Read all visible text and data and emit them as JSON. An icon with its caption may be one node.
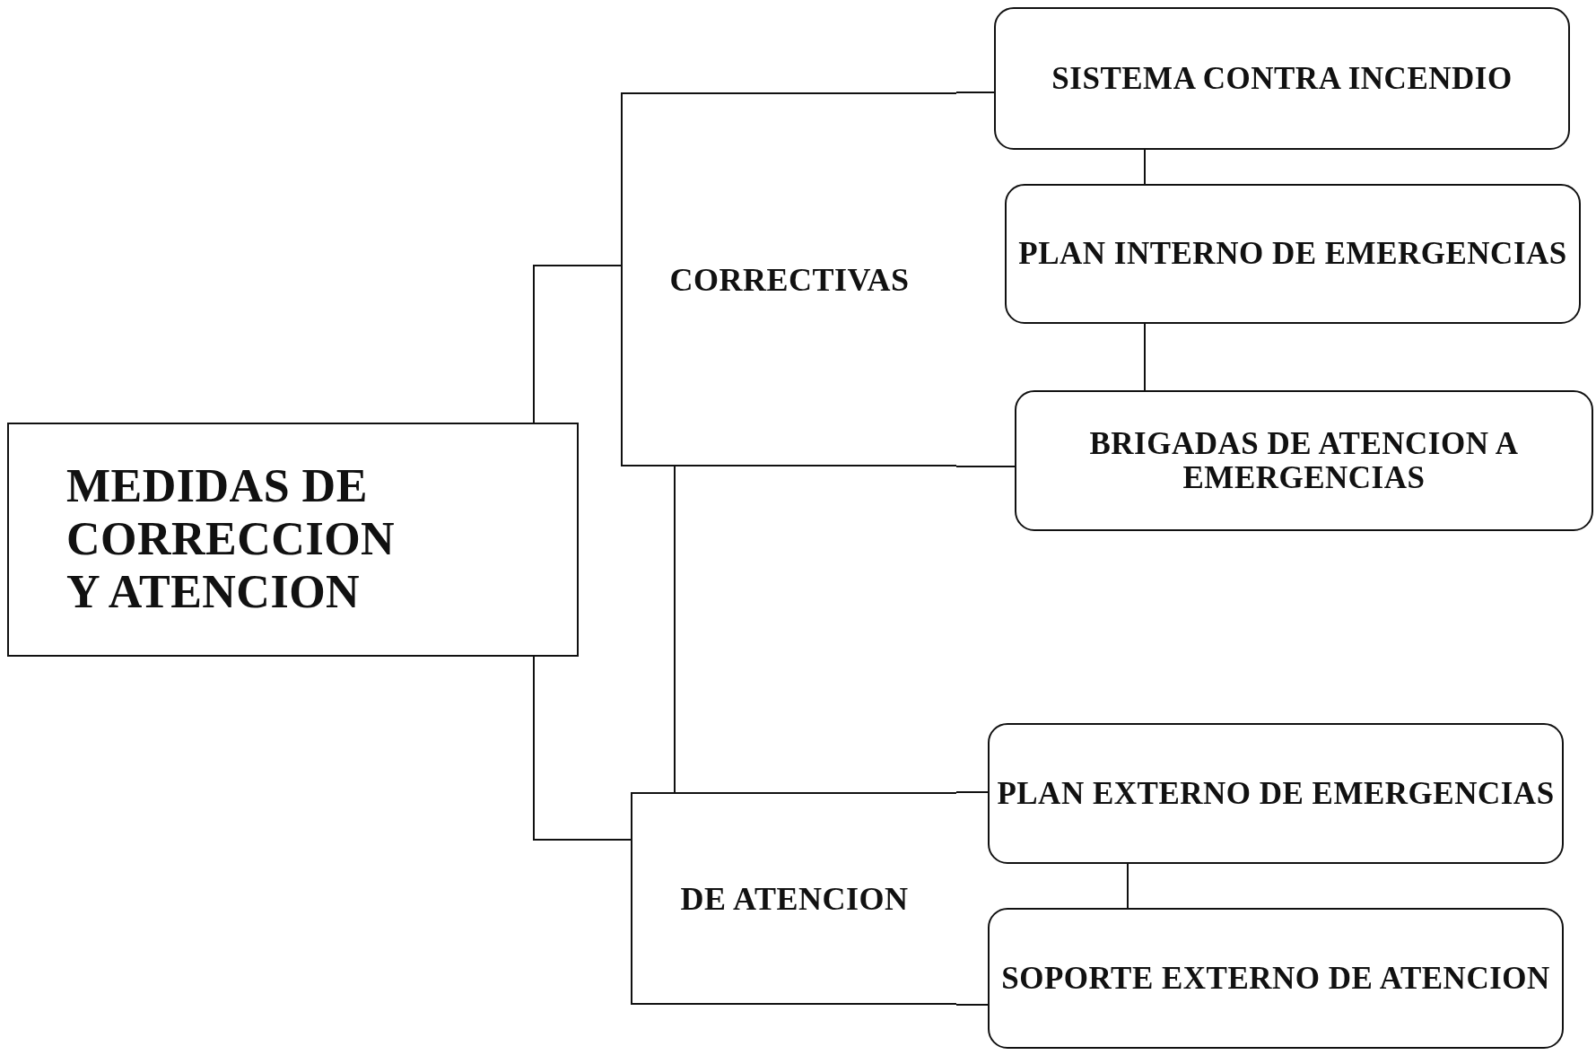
{
  "diagram": {
    "nodes": [
      {
        "text": [
          "MEDIDAS DE CORRECCION Y ATENCION"
        ]
      },
      {
        "text": [
          "CORRECTIVAS"
        ]
      },
      {
        "text": [
          "DE ATENCION"
        ]
      },
      {
        "text": [
          "SISTEMA CONTRA INCENDIO"
        ]
      },
      {
        "text": [
          "PLAN INTERNO DE EMERGENCIAS"
        ]
      },
      {
        "text": [
          "BRIGADAS DE ATENCION A EMERGENCIAS"
        ]
      },
      {
        "text": [
          "PLAN EXTERNO DE EMERGENCIAS"
        ]
      },
      {
        "text": [
          "SOPORTE EXTERNO DE ATENCION"
        ]
      }
    ],
    "edges": [
      {
        "from": 0,
        "to": 1,
        "arrow": "none"
      },
      {
        "from": 0,
        "to": 2,
        "arrow": "none"
      },
      {
        "from": 1,
        "to": 3,
        "arrow": "none"
      },
      {
        "from": 3,
        "to": 4,
        "arrow": "none"
      },
      {
        "from": 4,
        "to": 5,
        "arrow": "none"
      },
      {
        "from": 1,
        "to": 5,
        "arrow": "none"
      },
      {
        "from": 1,
        "to": 2,
        "arrow": "none"
      },
      {
        "from": 2,
        "to": 6,
        "arrow": "none"
      },
      {
        "from": 2,
        "to": 7,
        "arrow": "none"
      },
      {
        "from": 6,
        "to": 7,
        "arrow": "none"
      }
    ]
  }
}
